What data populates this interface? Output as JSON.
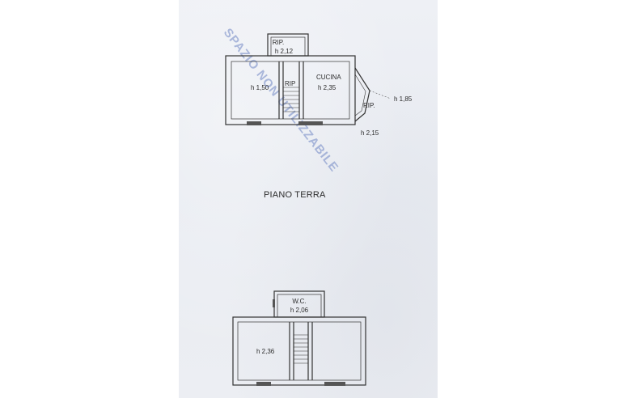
{
  "stamp_text": "SPAZIO NON UTILIZZABILE",
  "ground_floor": {
    "title": "PIANO TERRA",
    "storage_top_name": "RIP.",
    "storage_top_height": "h 2,12",
    "left_room_height": "h 1,50",
    "stair_storage_name": "RIP",
    "kitchen_name": "CUCINA",
    "kitchen_height": "h 2,35",
    "side_storage_name": "RIP.",
    "side_height_top": "h 1,85",
    "side_height_bottom": "h 2,15"
  },
  "upper_floor": {
    "wc_name": "W.C.",
    "wc_height": "h 2,06",
    "room_height": "h 2,36"
  }
}
